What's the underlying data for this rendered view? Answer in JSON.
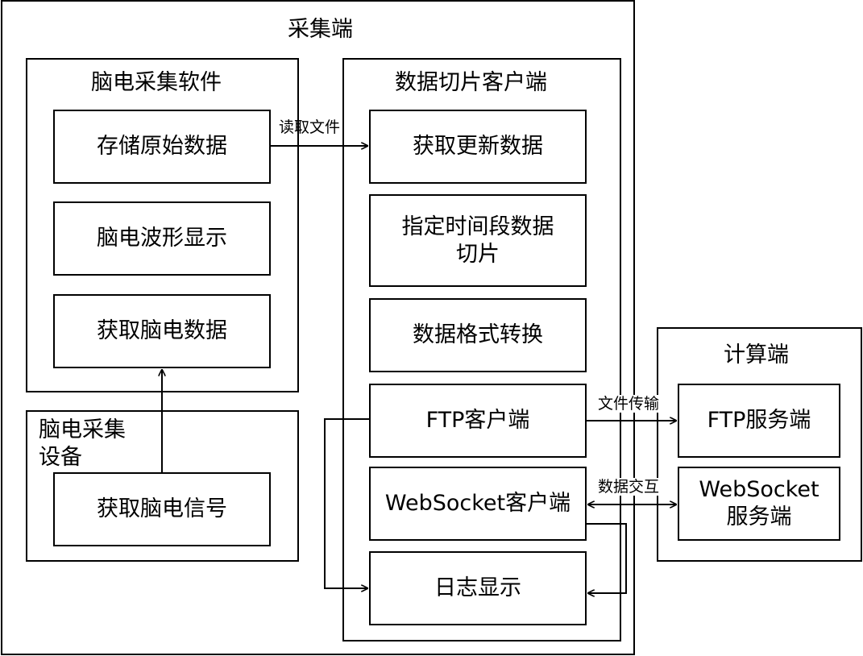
{
  "collector": {
    "title": "采集端",
    "eeg_software": {
      "title": "脑电采集软件",
      "store_raw": "存储原始数据",
      "waveform": "脑电波形显示",
      "get_data": "获取脑电数据"
    },
    "eeg_device": {
      "title": "脑电采集\n设备",
      "get_signal": "获取脑电信号"
    },
    "slicer": {
      "title": "数据切片客户端",
      "get_update": "获取更新数据",
      "slice": "指定时间段数据\n切片",
      "convert": "数据格式转换",
      "ftp_client": "FTP客户端",
      "ws_client": "WebSocket客户端",
      "log": "日志显示"
    }
  },
  "compute": {
    "title": "计算端",
    "ftp_server": "FTP服务端",
    "ws_server": "WebSocket\n服务端"
  },
  "edges": {
    "read_file": "读取文件",
    "file_transfer": "文件传输",
    "data_exchange": "数据交互"
  }
}
